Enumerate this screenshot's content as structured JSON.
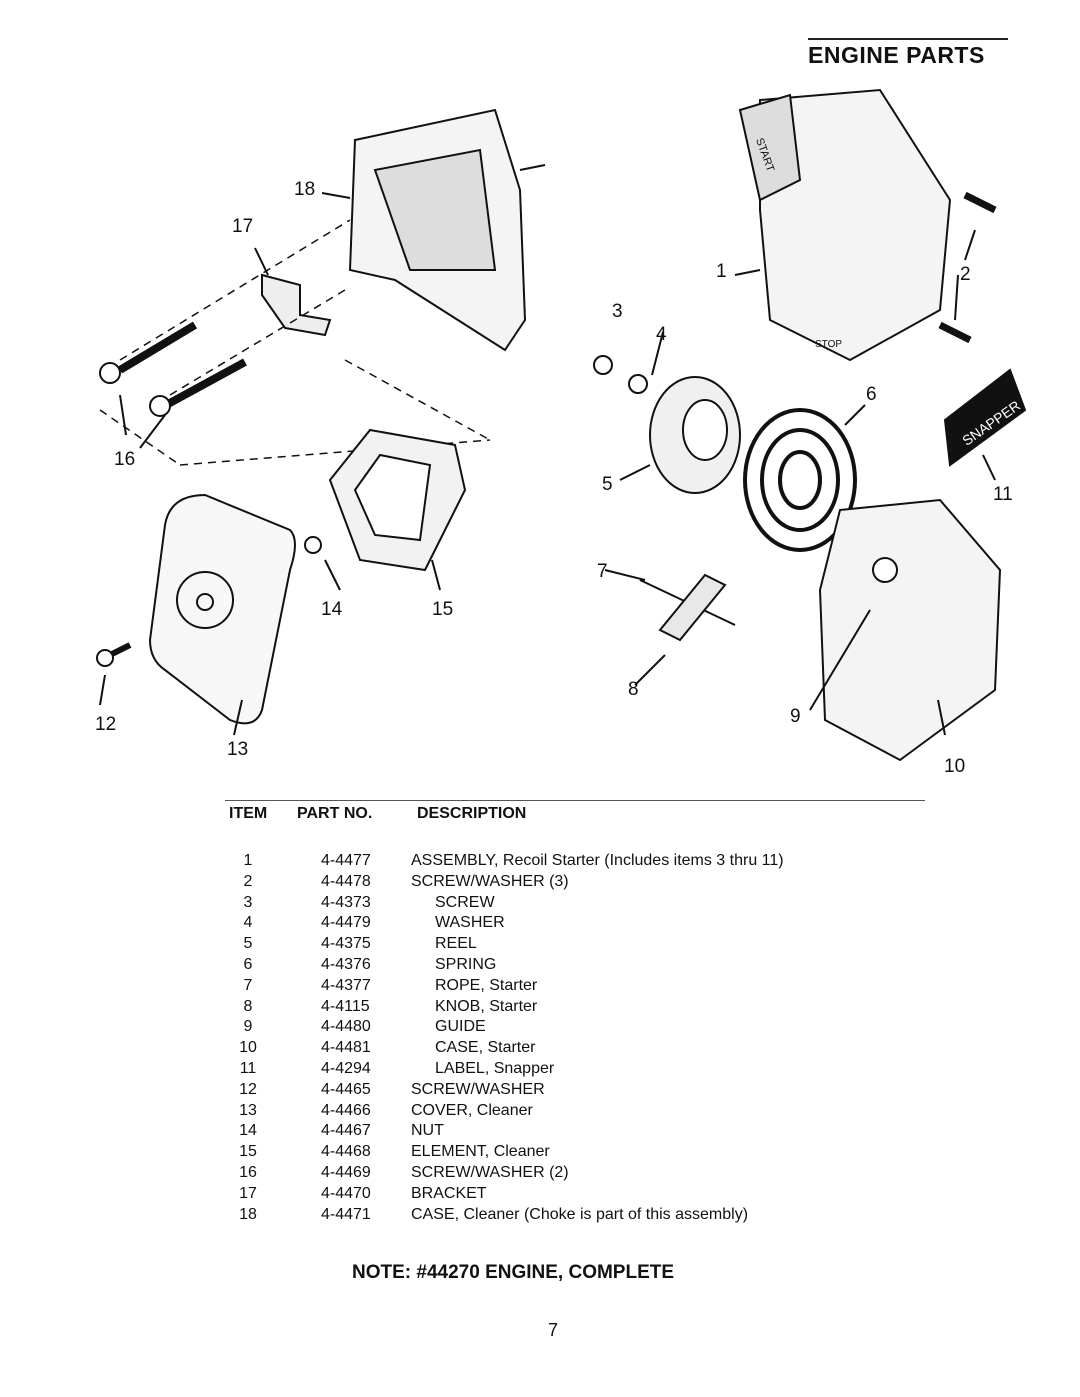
{
  "header": {
    "title": "ENGINE PARTS"
  },
  "diagram": {
    "callouts": [
      "1",
      "2",
      "3",
      "4",
      "5",
      "6",
      "7",
      "8",
      "9",
      "10",
      "11",
      "12",
      "13",
      "14",
      "15",
      "16",
      "17",
      "18"
    ],
    "start_label": "START",
    "stop_label": "STOP",
    "brand_label": "SNAPPER"
  },
  "parts_table": {
    "headers": {
      "item": "ITEM",
      "part_no": "PART NO.",
      "description": "DESCRIPTION"
    },
    "rows": [
      {
        "item": "1",
        "part_no": "4-4477",
        "description": "ASSEMBLY, Recoil Starter (Includes items 3 thru 11)"
      },
      {
        "item": "2",
        "part_no": "4-4478",
        "description": "SCREW/WASHER (3)"
      },
      {
        "item": "3",
        "part_no": "4-4373",
        "description": "SCREW"
      },
      {
        "item": "4",
        "part_no": "4-4479",
        "description": "WASHER"
      },
      {
        "item": "5",
        "part_no": "4-4375",
        "description": "REEL"
      },
      {
        "item": "6",
        "part_no": "4-4376",
        "description": "SPRING"
      },
      {
        "item": "7",
        "part_no": "4-4377",
        "description": "ROPE, Starter"
      },
      {
        "item": "8",
        "part_no": "4-4115",
        "description": "KNOB, Starter"
      },
      {
        "item": "9",
        "part_no": "4-4480",
        "description": "GUIDE"
      },
      {
        "item": "10",
        "part_no": "4-4481",
        "description": "CASE, Starter"
      },
      {
        "item": "11",
        "part_no": "4-4294",
        "description": "LABEL, Snapper"
      },
      {
        "item": "12",
        "part_no": "4-4465",
        "description": "SCREW/WASHER"
      },
      {
        "item": "13",
        "part_no": "4-4466",
        "description": "COVER, Cleaner"
      },
      {
        "item": "14",
        "part_no": "4-4467",
        "description": "NUT"
      },
      {
        "item": "15",
        "part_no": "4-4468",
        "description": "ELEMENT, Cleaner"
      },
      {
        "item": "16",
        "part_no": "4-4469",
        "description": "SCREW/WASHER (2)"
      },
      {
        "item": "17",
        "part_no": "4-4470",
        "description": "BRACKET"
      },
      {
        "item": "18",
        "part_no": "4-4471",
        "description": "CASE, Cleaner (Choke is part of this assembly)"
      }
    ]
  },
  "note": "NOTE: #44270 ENGINE, COMPLETE",
  "page_number": "7"
}
